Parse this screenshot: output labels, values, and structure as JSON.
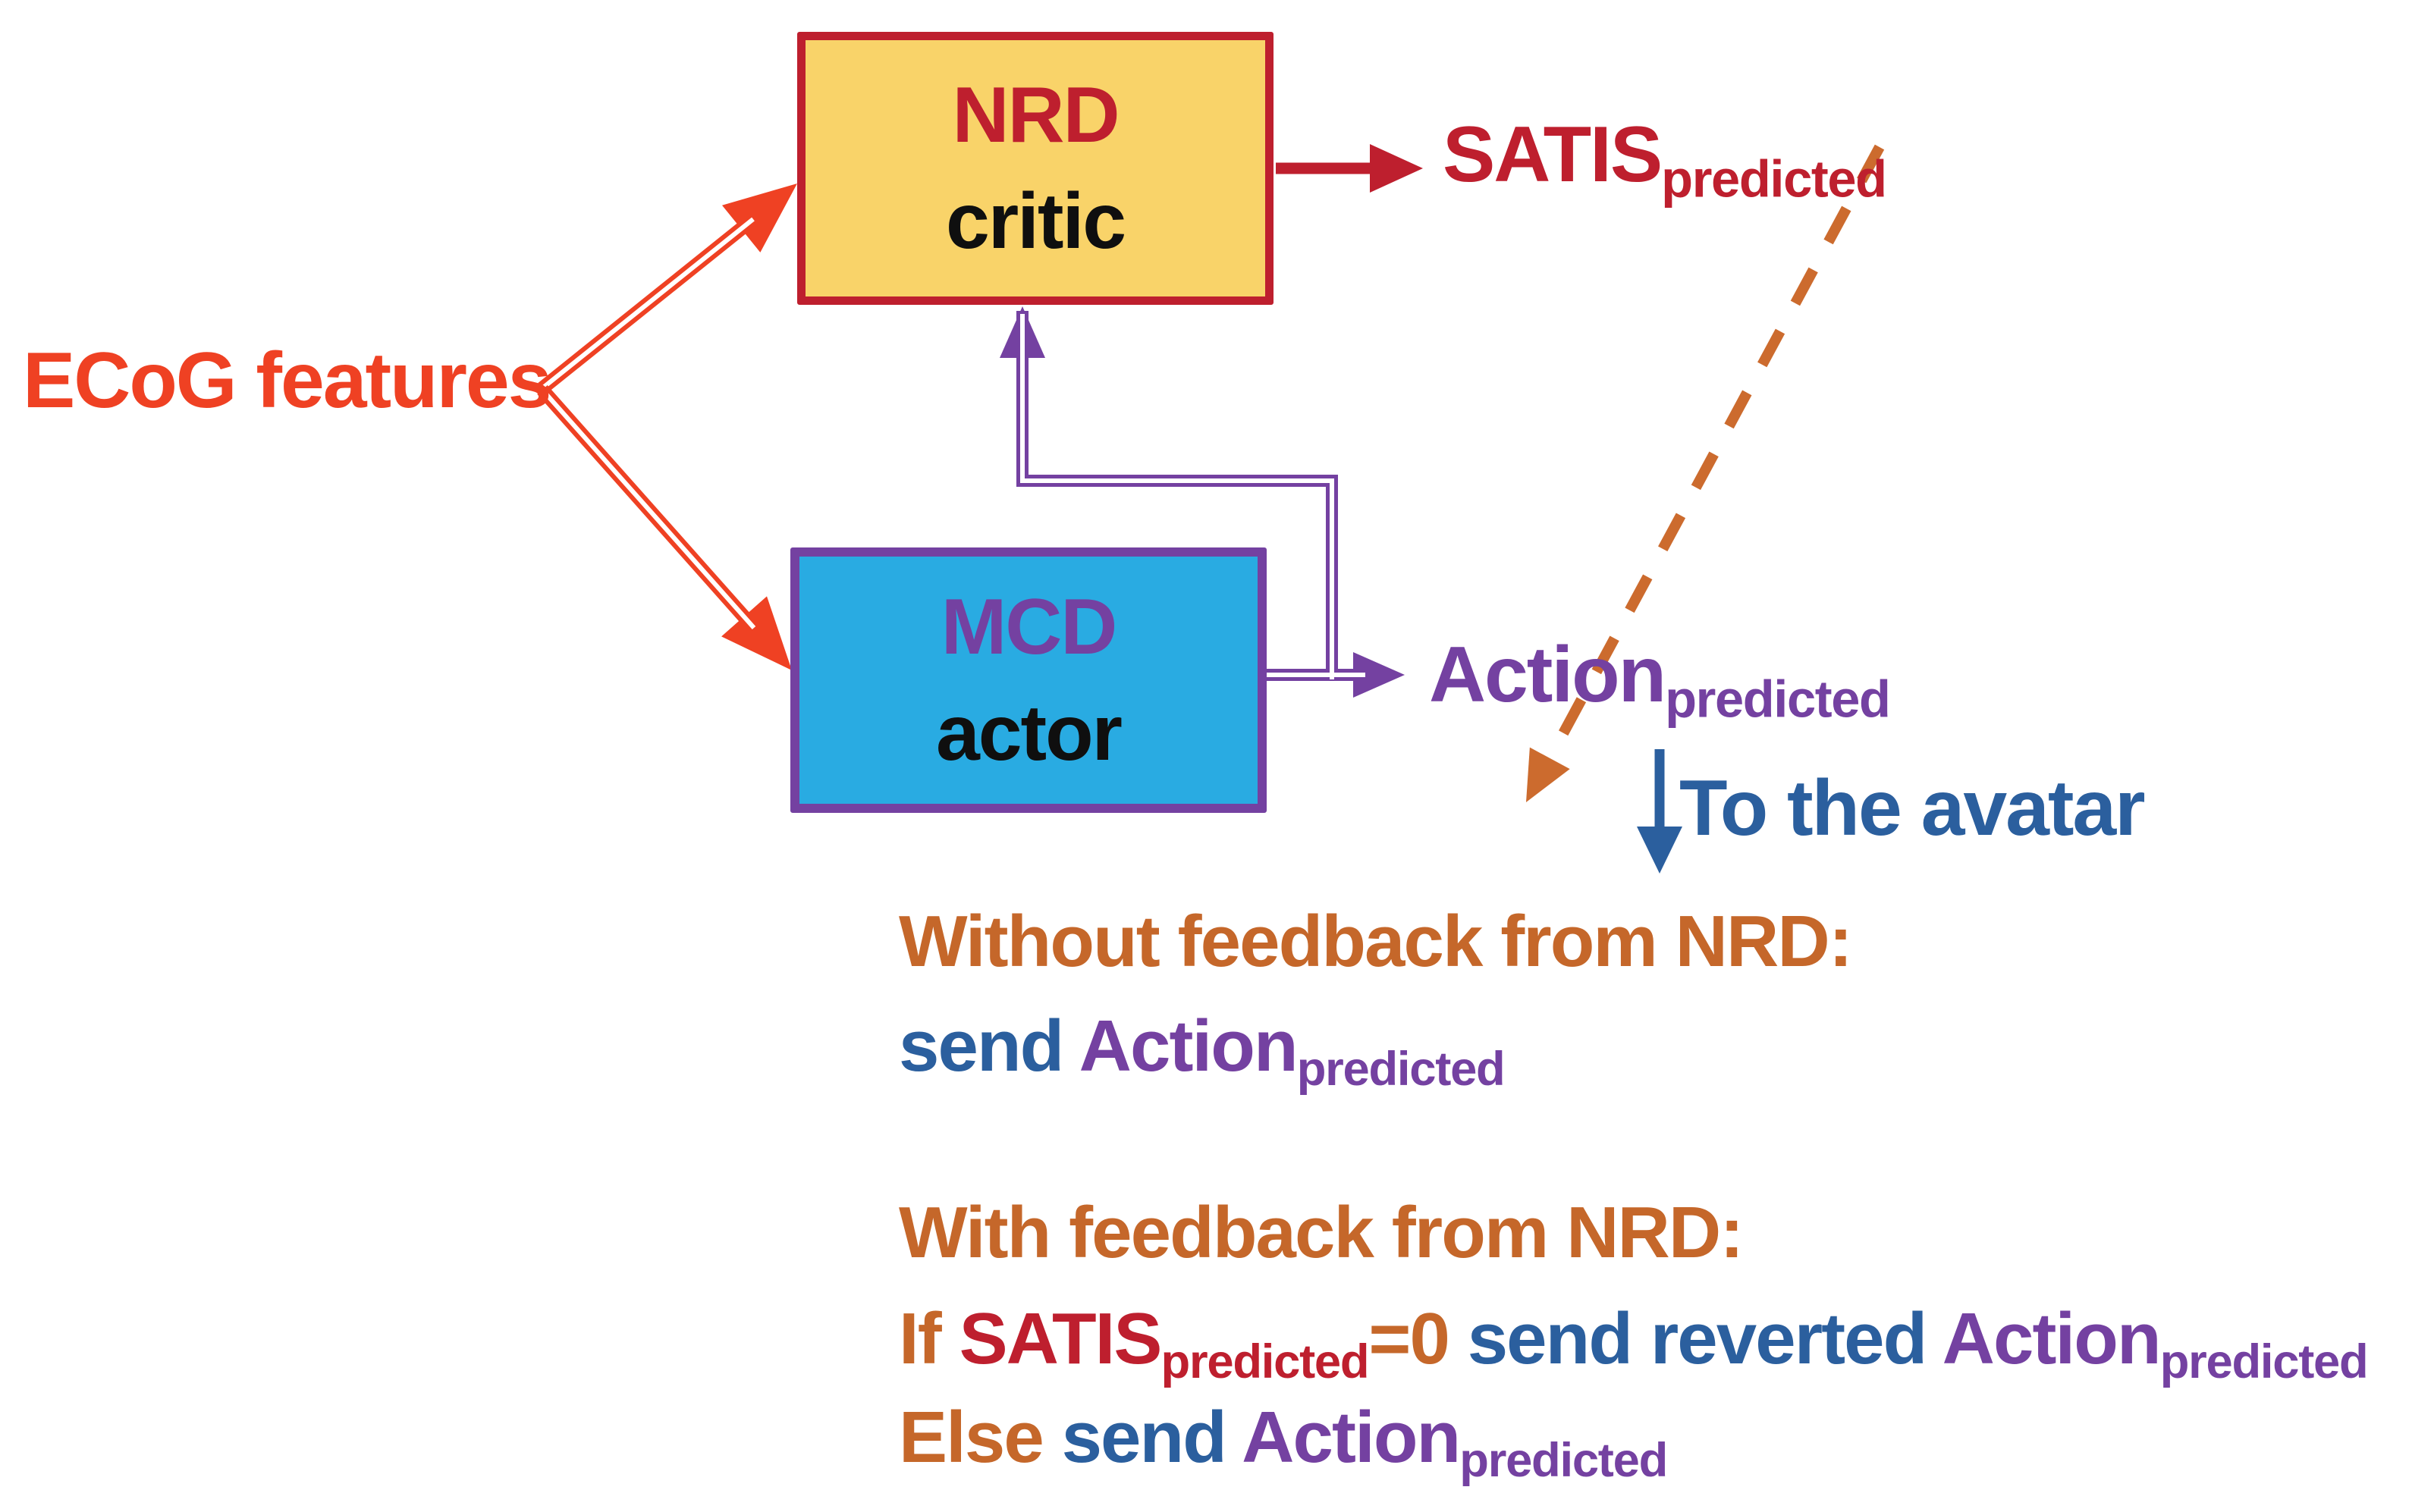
{
  "colors": {
    "dark_red": "#BE1F2E",
    "red_orange": "#EF4123",
    "yellow_fill": "#F9D369",
    "blue_fill": "#29ABE2",
    "purple": "#7441A1",
    "blue_text": "#2B5F9E",
    "orange_text": "#C5672A",
    "dash_orange": "#CC6B2E",
    "white": "#FFFFFF"
  },
  "diagram": {
    "input_label": "ECoG features",
    "critic_box": {
      "title": "NRD",
      "subtitle": "critic"
    },
    "actor_box": {
      "title": "MCD",
      "subtitle": "actor"
    },
    "critic_output": {
      "base": "SATIS",
      "subscript": "predicted"
    },
    "actor_output": {
      "base": "Action",
      "subscript": "predicted"
    },
    "avatar_label": "To the avatar"
  },
  "rules": {
    "without_heading": "Without feedback from NRD:",
    "without_line": {
      "send": "send ",
      "action": "Action",
      "sub": "predicted"
    },
    "with_heading": "With feedback from NRD:",
    "if_line": {
      "if": "If ",
      "satis": "SATIS",
      "satis_sub": "predicted",
      "eq": "=0",
      "send": " send reverted ",
      "action": "Action",
      "action_sub": "predicted"
    },
    "else_line": {
      "else": "Else ",
      "send": "send ",
      "action": "Action",
      "sub": "predicted"
    }
  }
}
